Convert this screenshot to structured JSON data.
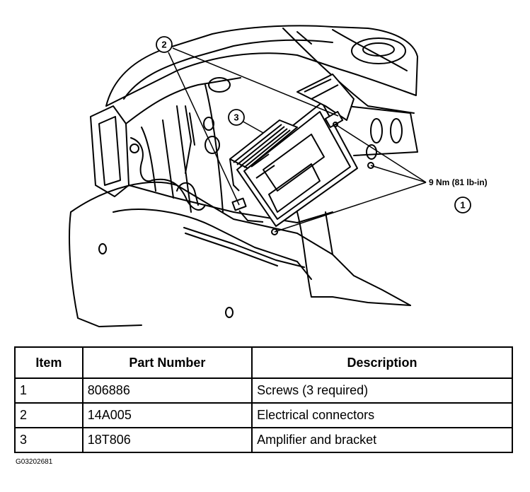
{
  "callouts": {
    "screws": "1",
    "connectors": "2",
    "amplifier": "3"
  },
  "torque_label": "9 Nm (81 lb-in)",
  "table": {
    "headers": [
      "Item",
      "Part Number",
      "Description"
    ],
    "rows": [
      {
        "item": "1",
        "part_number": "806886",
        "description": "Screws (3 required)"
      },
      {
        "item": "2",
        "part_number": "14A005",
        "description": "Electrical connectors"
      },
      {
        "item": "3",
        "part_number": "18T806",
        "description": "Amplifier and bracket"
      }
    ]
  },
  "figure_id": "G03202681"
}
